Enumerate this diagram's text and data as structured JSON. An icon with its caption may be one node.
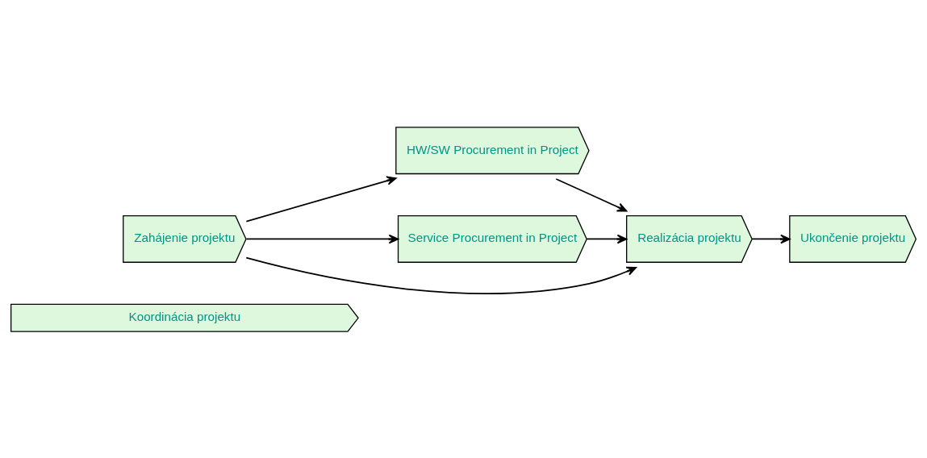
{
  "diagram": {
    "nodes": [
      {
        "text": [
          "Koordinácia projektu"
        ]
      },
      {
        "text": [
          "Zahájenie projektu"
        ]
      },
      {
        "text": [
          "HW/SW Procurement in Project"
        ]
      },
      {
        "text": [
          "Service Procurement in Project"
        ]
      },
      {
        "text": [
          "Realizácia projektu"
        ]
      },
      {
        "text": [
          "Ukončenie projektu"
        ]
      }
    ],
    "edges": [
      {
        "from": 1,
        "to": 2,
        "arrow": "to"
      },
      {
        "from": 1,
        "to": 3,
        "arrow": "to"
      },
      {
        "from": 1,
        "to": 4,
        "arrow": "to"
      },
      {
        "from": 2,
        "to": 4,
        "arrow": "to"
      },
      {
        "from": 3,
        "to": 4,
        "arrow": "to"
      },
      {
        "from": 4,
        "to": 5,
        "arrow": "to"
      }
    ]
  }
}
